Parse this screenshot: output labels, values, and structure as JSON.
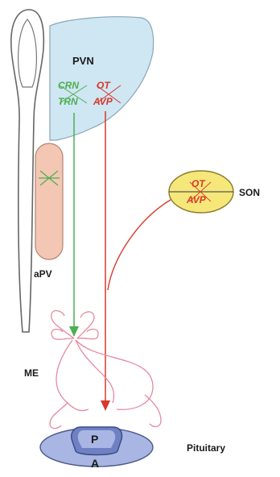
{
  "labels": {
    "pvn": "PVN",
    "apv": "aPV",
    "son": "SON",
    "me": "ME",
    "pituitary": "Pituitary",
    "posterior": "P",
    "anterior": "A"
  },
  "pvn_cells": {
    "green_top": "CRN",
    "green_bottom": "TRN",
    "red_top": "OT",
    "red_bottom": "AVP"
  },
  "son_cell": {
    "top": "OT",
    "bottom": "AVP"
  },
  "colors": {
    "pvn_fill": "#cfe6f3",
    "apv_fill": "#f3c7b3",
    "son_fill": "#f6e77a",
    "pituitary_fill": "#a9b6e3",
    "posterior_fill": "#6f80c4",
    "green_pathway": "#4caf50",
    "red_pathway": "#d9382a",
    "neuron_outline": "#e58aa0"
  }
}
